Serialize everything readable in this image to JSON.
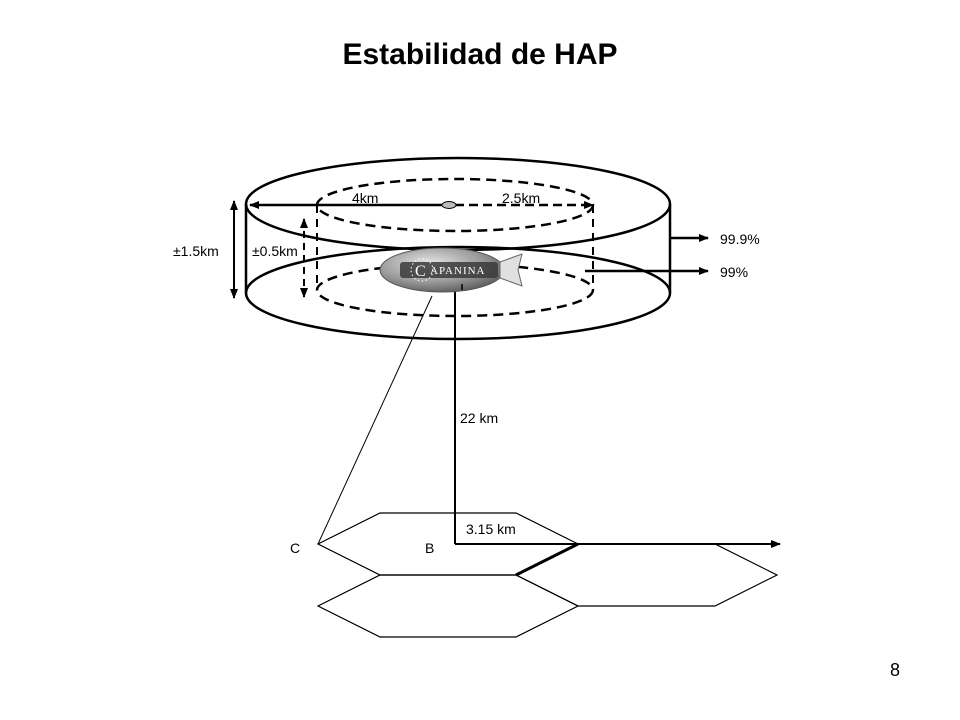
{
  "slide": {
    "title": "Estabilidad de HAP",
    "page_number": "8"
  },
  "diagram": {
    "labels": {
      "outer_height": "±1.5km",
      "inner_height": "±0.5km",
      "outer_radius": "4km",
      "inner_radius": "2.5km",
      "outer_probability": "99.9%",
      "inner_probability": "99%",
      "altitude": "22 km",
      "cell_radius": "3.15 km",
      "cell_c": "C",
      "cell_b": "B"
    },
    "logo": {
      "text_cap": "C",
      "text_rest": "APANINA"
    },
    "colors": {
      "stroke": "#000000",
      "airship": "#8a8a8a",
      "logo_band": "#3a3a3a"
    }
  }
}
